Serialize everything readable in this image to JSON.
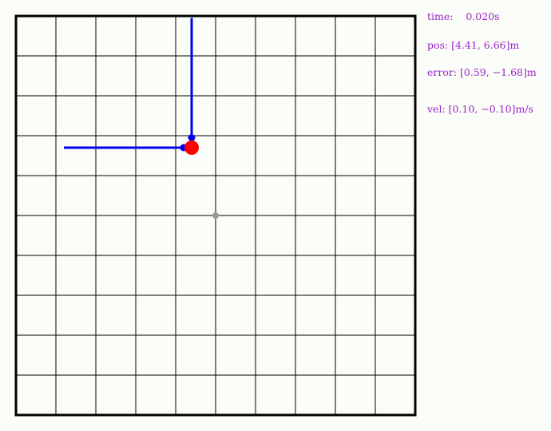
{
  "readouts": {
    "time": "time:    0.020s",
    "pos": "pos: [4.41, 6.66]m",
    "error": "error: [0.59, −1.68]m",
    "vel": "vel: [0.10, −0.10]m/s"
  },
  "world": {
    "grid_cells": 10,
    "x_range": [
      0,
      10
    ],
    "y_range": [
      0,
      10
    ]
  },
  "robot": {
    "position": [
      4.4,
      6.7
    ],
    "color": "#ff0000"
  },
  "target": {
    "position": [
      5.0,
      5.0
    ],
    "color": "#999999"
  },
  "vectors": [
    {
      "name": "horizontal-force-line",
      "from": [
        1.2,
        6.7
      ],
      "to": [
        4.2,
        6.7
      ],
      "color": "#0000ee"
    },
    {
      "name": "vertical-force-line",
      "from": [
        4.4,
        9.95
      ],
      "to": [
        4.4,
        6.95
      ],
      "color": "#0000ee"
    }
  ],
  "colors": {
    "grid": "#000000",
    "text": "#9a22c8",
    "vector": "#0000ee",
    "background": "#fbfdf8"
  }
}
